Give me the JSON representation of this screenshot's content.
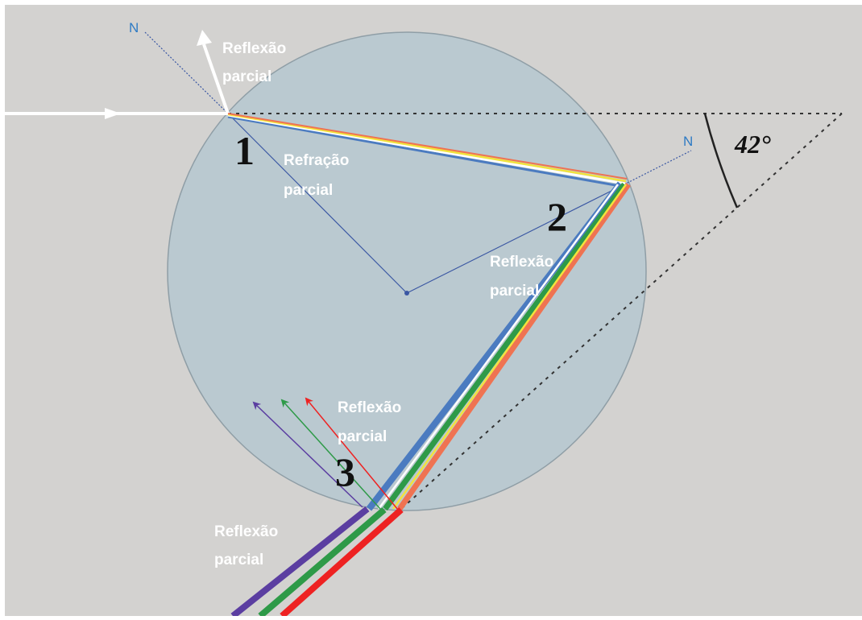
{
  "diagram": {
    "labels": {
      "normal_top": "N",
      "normal_right": "N",
      "point_1": "1",
      "point_2": "2",
      "point_3": "3",
      "angle": "42°",
      "reflection_1_line1": "Reflexão",
      "reflection_1_line2": "parcial",
      "refraction_line1": "Refração",
      "refraction_line2": "parcial",
      "reflection_2_line1": "Reflexão",
      "reflection_2_line2": "parcial",
      "reflection_3_line1": "Reflexão",
      "reflection_3_line2": "parcial",
      "reflection_4_line1": "Reflexão",
      "reflection_4_line2": "parcial"
    },
    "colors": {
      "background": "#d3d2d0",
      "droplet_fill": "#bac9d0",
      "droplet_stroke": "#8f9ea6",
      "normal_line": "#3a57a3",
      "label_white": "#ffffff",
      "label_normal": "#2e7bc4",
      "violet": "#5b3ea1",
      "blue": "#4b7bc0",
      "green": "#2e9a48",
      "orange": "#ef7352",
      "red": "#ee2222",
      "yellow": "#f2e33c",
      "white_ray": "#ffffff"
    }
  }
}
